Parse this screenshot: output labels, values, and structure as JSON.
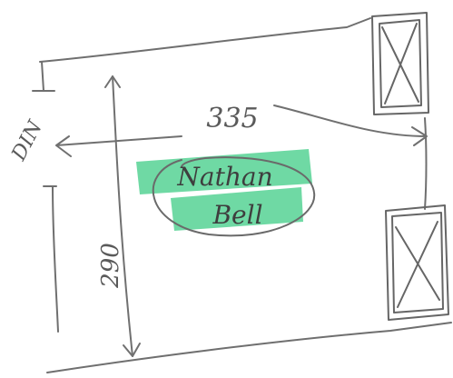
{
  "sketch": {
    "colors": {
      "paper": "#ffffff",
      "pencil": "#6f6f6f",
      "pencil_dark": "#4f4f4f",
      "highlight": "#3fcc86"
    },
    "dimensions": {
      "width_label": "335",
      "height_label": "290",
      "door_label": "DIN"
    },
    "person_name_line1": "Nathan",
    "person_name_line2": "Bell",
    "fixtures": [
      {
        "name": "window-top-right",
        "symbol": "boxed-cross"
      },
      {
        "name": "window-bottom-right",
        "symbol": "boxed-cross"
      }
    ]
  }
}
